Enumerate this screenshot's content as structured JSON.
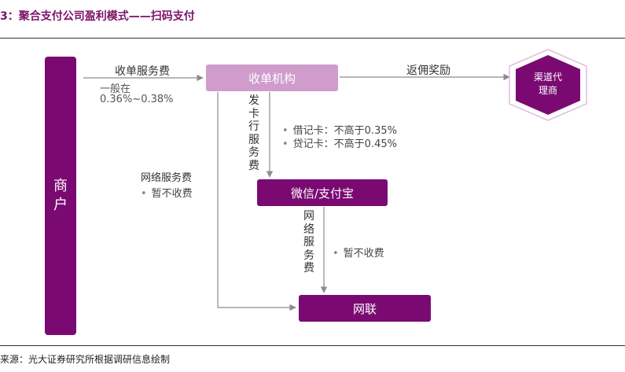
{
  "title": "3：聚合支付公司盈利模式——扫码支付",
  "nodes": {
    "merchant": [
      "商",
      "户"
    ],
    "acquirer": "收单机构",
    "wechat_alipay": "微信/支付宝",
    "netunion": "网联",
    "agent": [
      "渠道代",
      "理商"
    ]
  },
  "edges": {
    "acquiring_fee": {
      "label": "收单服务费",
      "detail_line1": "一般在",
      "detail_line2": "0.36%~0.38%"
    },
    "rebate": {
      "label": "返佣奖励"
    },
    "issuer_fee": {
      "label_chars": [
        "发",
        "卡",
        "行",
        "服",
        "务",
        "费"
      ],
      "bullets": [
        "借记卡：不高于0.35%",
        "贷记卡：不高于0.45%"
      ]
    },
    "network_fee": {
      "label": "网络服务费",
      "bullet": "暂不收费"
    },
    "network_fee_vertical": {
      "label_chars": [
        "网",
        "络",
        "服",
        "务",
        "费"
      ],
      "bullet": "暂不收费"
    }
  },
  "colors": {
    "primary_purple": "#7a0a72",
    "light_purple": "#cf9ccc",
    "arrow_gray": "#8c8c8c",
    "title_color": "#7b1368"
  },
  "source": "来源：光大证券研究所根据调研信息绘制"
}
